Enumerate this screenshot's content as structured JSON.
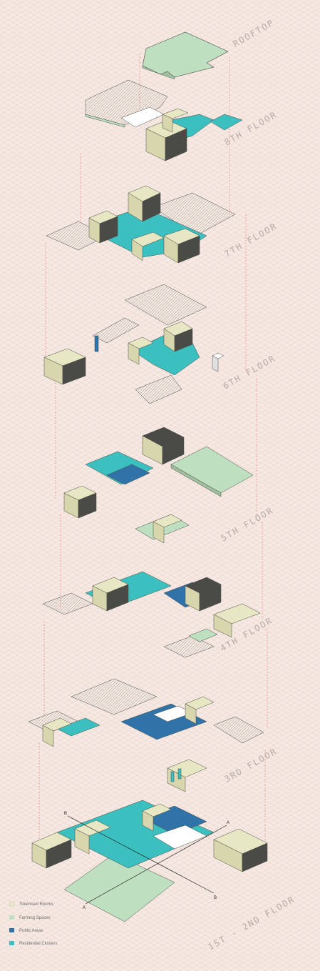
{
  "colors": {
    "background": "#f6e9e3",
    "grid": "#e8cfc6",
    "tokenised_rooms": "#e8e7c4",
    "farming_spaces": "#bfe0c0",
    "public_areas": "#2f73a8",
    "residential_clusters": "#3cc0bf",
    "guide_line": "#e07a6c",
    "structure": "#4a4a46",
    "label": "#b7aaa4"
  },
  "floors": [
    {
      "id": "rooftop",
      "label": "ROOFTOP"
    },
    {
      "id": "8th",
      "label": "8TH FLOOR"
    },
    {
      "id": "7th",
      "label": "7TH FLOOR"
    },
    {
      "id": "6th",
      "label": "6TH FLOOR"
    },
    {
      "id": "5th",
      "label": "5TH FLOOR"
    },
    {
      "id": "4th",
      "label": "4TH FLOOR"
    },
    {
      "id": "3rd",
      "label": "3RD FLOOR"
    },
    {
      "id": "1st2nd",
      "label": "1ST - 2ND FLOOR"
    }
  ],
  "legend": [
    {
      "label": "Tokenised Rooms",
      "color": "#e8e7c4"
    },
    {
      "label": "Farming Spaces",
      "color": "#bfe0c0"
    },
    {
      "label": "Public Areas",
      "color": "#2f73a8"
    },
    {
      "label": "Residential Clusters",
      "color": "#3cc0bf"
    }
  ],
  "section_markers": [
    "A",
    "A",
    "B",
    "B"
  ]
}
